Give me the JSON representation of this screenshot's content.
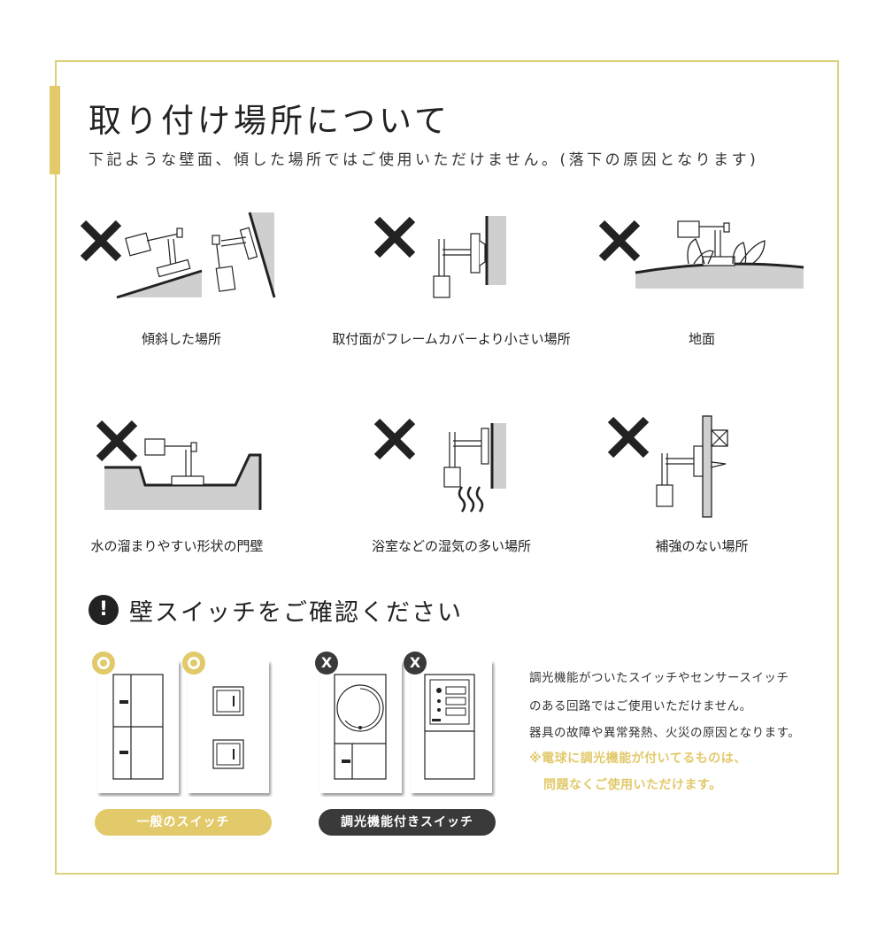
{
  "header": {
    "title": "取り付け場所について",
    "subtitle": "下記ような壁面、傾した場所ではご使用いただけません。(落下の原因となります)"
  },
  "illustrations": [
    {
      "caption": "傾斜した場所",
      "mark": "x-mark-icon"
    },
    {
      "caption": "取付面がフレームカバーより小さい場所",
      "mark": "x-mark-icon"
    },
    {
      "caption": "地面",
      "mark": "x-mark-icon"
    },
    {
      "caption": "水の溜まりやすい形状の門壁",
      "mark": "x-mark-icon"
    },
    {
      "caption": "浴室などの湿気の多い場所",
      "mark": "x-mark-icon"
    },
    {
      "caption": "補強のない場所",
      "mark": "x-mark-icon"
    }
  ],
  "switch_section": {
    "icon_glyph": "!",
    "title": "壁スイッチをご確認ください",
    "ok_label": "一般のスイッチ",
    "ng_label": "調光機能付きスイッチ",
    "ng_glyph": "X",
    "notes": [
      "調光機能がついたスイッチやセンサースイッチ",
      "のある回路ではご使用いただけません。",
      "器具の故障や異常発熱、火災の原因となります。"
    ],
    "highlight": [
      "※電球に調光機能が付いてるものは、",
      "問題なくご使用いただけます。"
    ]
  },
  "colors": {
    "accent": "#e2c96a",
    "frame": "#ddd07a",
    "dark": "#3a3a3a",
    "wall": "#cfcfcf"
  }
}
